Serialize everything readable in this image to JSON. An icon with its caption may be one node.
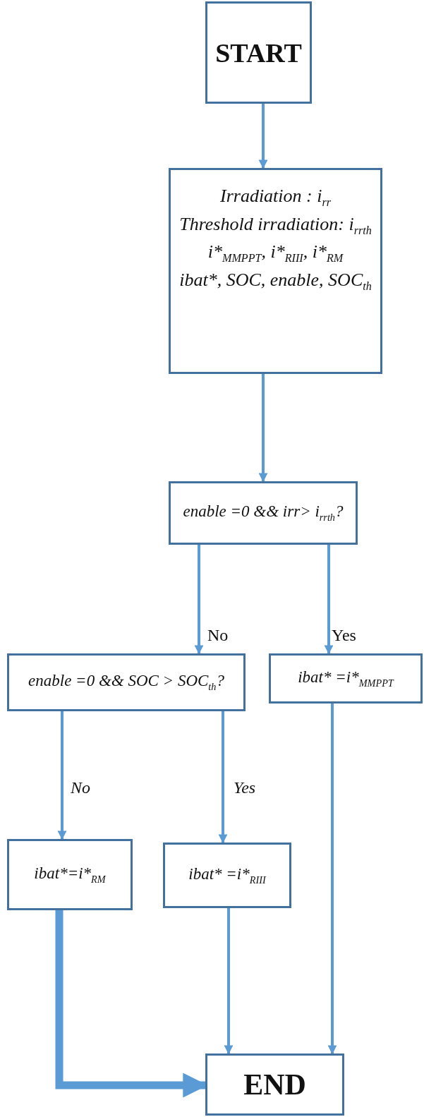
{
  "diagram": {
    "nodes": [
      {
        "text": [
          "START"
        ]
      },
      {
        "text": [
          "Irradiation : i$_{rr}$",
          "Threshold irradiation: i$_{rrth}$",
          "i*$_{MMPPT}$, i*$_{RIII}$, i*$_{RM}$",
          "ibat*, SOC, enable, SOC$_{th}$"
        ]
      },
      {
        "text": [
          "enable =0 && irr> i$_{rrth}$?"
        ]
      },
      {
        "text": [
          "enable =0 && SOC > SOC$_{th}$?"
        ]
      },
      {
        "text": [
          "ibat* =i*$_{MMPPT}$"
        ]
      },
      {
        "text": [
          "ibat*=i*$_{RM}$"
        ]
      },
      {
        "text": [
          "ibat* =i*$_{RIII}$"
        ]
      },
      {
        "text": [
          "END"
        ]
      }
    ],
    "edges": [
      {
        "from": 0,
        "to": 1,
        "arrow": "to"
      },
      {
        "from": 1,
        "to": 2,
        "arrow": "to"
      },
      {
        "from": 2,
        "to": 3,
        "arrow": "to",
        "label": "No"
      },
      {
        "from": 2,
        "to": 4,
        "arrow": "to",
        "label": "Yes"
      },
      {
        "from": 3,
        "to": 5,
        "arrow": "to",
        "label": "No"
      },
      {
        "from": 3,
        "to": 6,
        "arrow": "to",
        "label": "Yes"
      },
      {
        "from": 4,
        "to": 7,
        "arrow": "to"
      },
      {
        "from": 6,
        "to": 7,
        "arrow": "to"
      },
      {
        "from": 5,
        "to": 7,
        "arrow": "to",
        "style": "thick"
      }
    ]
  }
}
